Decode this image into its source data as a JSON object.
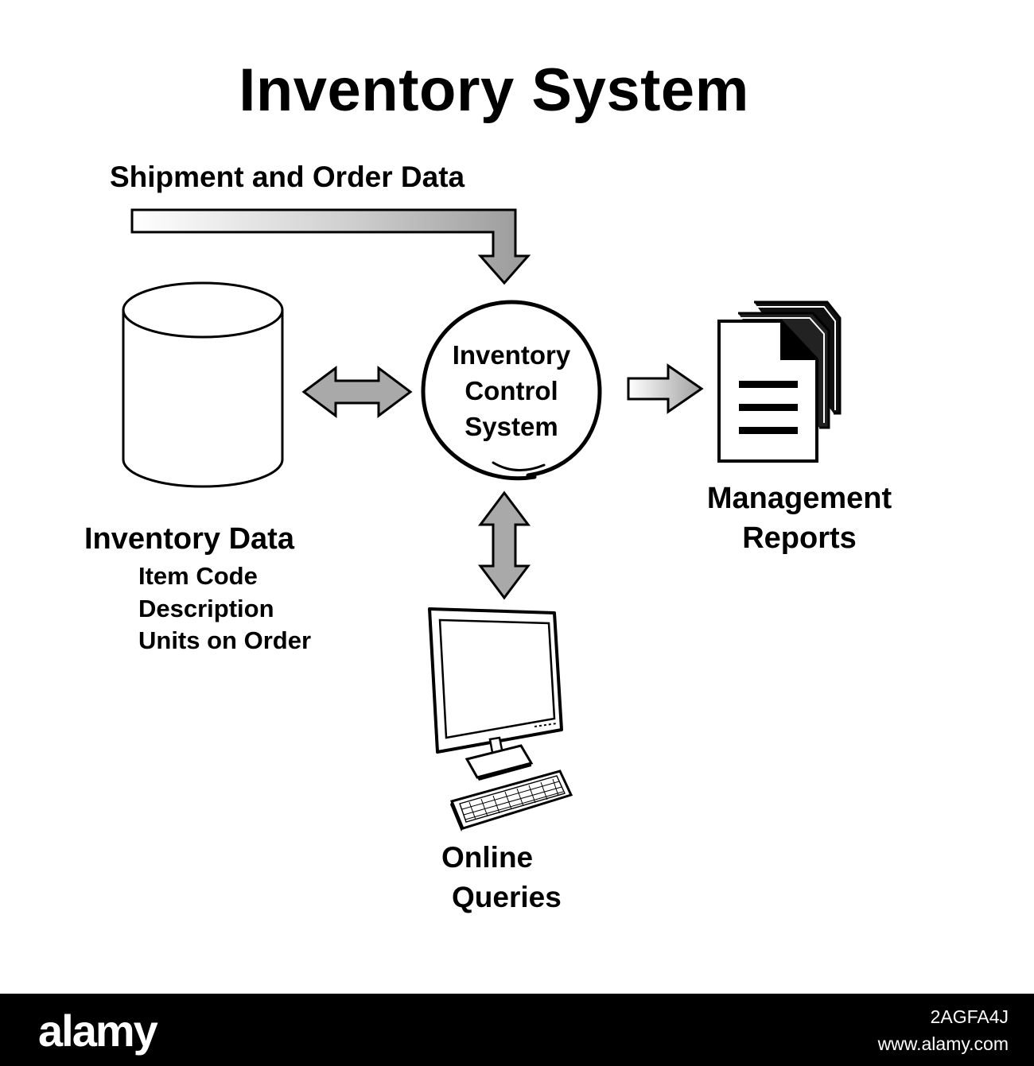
{
  "title": "Inventory System",
  "inputs": {
    "shipment_label": "Shipment and Order Data"
  },
  "control": {
    "lines": [
      "Inventory",
      "Control",
      "System"
    ]
  },
  "inventory_data": {
    "title": "Inventory Data",
    "fields": [
      "Item Code",
      "Description",
      "Units on Order"
    ]
  },
  "reports": {
    "lines": [
      "Management",
      "Reports"
    ]
  },
  "queries": {
    "lines": [
      "Online",
      "Queries"
    ]
  },
  "footer": {
    "brand": "alamy",
    "image_id": "2AGFA4J",
    "site": "www.alamy.com"
  },
  "colors": {
    "arrow_fill": "#a9a9a9",
    "stroke": "#000000",
    "footer_bg": "#000000"
  }
}
